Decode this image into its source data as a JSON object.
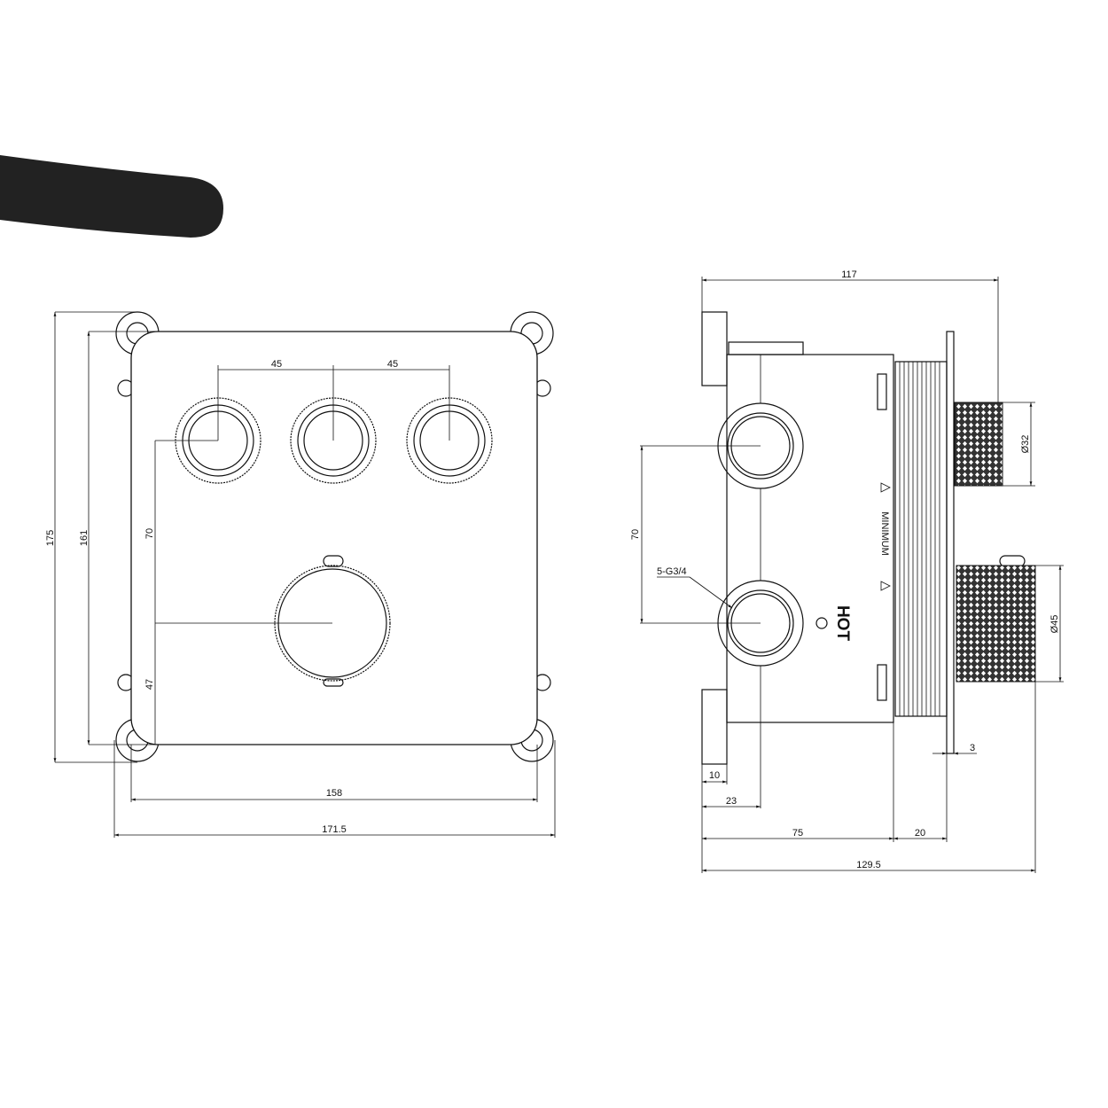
{
  "front_view": {
    "dims": {
      "spacing_left": "45",
      "spacing_right": "45",
      "height_outer": "175",
      "height_inner": "161",
      "vertical_70": "70",
      "vertical_47": "47",
      "width_inner": "158",
      "width_outer": "171.5"
    }
  },
  "side_view": {
    "dims": {
      "depth_top": "117",
      "vertical_70": "70",
      "thread": "5-G3/4",
      "dia_small": "Ø32",
      "dia_large": "Ø45",
      "plate": "3",
      "flange": "10",
      "offset": "23",
      "body": "75",
      "thread_len": "20",
      "total": "129.5"
    },
    "markings": {
      "minimum": "MINIMUM",
      "hot": "HOT"
    }
  },
  "colors": {
    "ink": "#111111",
    "logo": "#222222"
  }
}
